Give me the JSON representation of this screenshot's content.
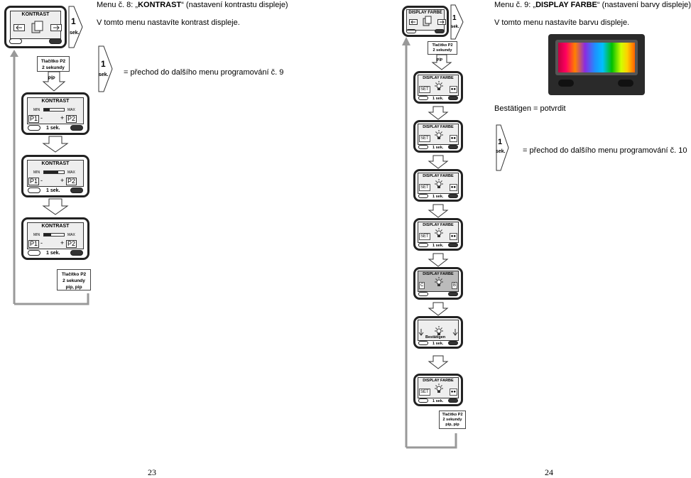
{
  "left": {
    "menu_title_prefix": "Menu č. 8: „",
    "menu_title_bold": "KONTRAST",
    "menu_title_suffix": "“ (nastavení kontrastu displeje)",
    "description": "V tomto menu nastavíte kontrast displeje.",
    "transition_text": "= přechod do dalšího menu programování č. 9",
    "top_device": {
      "title": "KONTRAST"
    },
    "sek_label": "1\nsek.",
    "button_label": "Tlačítko P2\n2 sekundy",
    "pip": "PÍP",
    "steps": [
      {
        "title": "KONTRAST",
        "min": "MIN",
        "max": "MAX",
        "p1": "P1",
        "p2": "P2",
        "minus": "-",
        "plus": "+",
        "sek": "1 sek.",
        "level": 0.3
      },
      {
        "title": "KONTRAST",
        "min": "MIN",
        "max": "MAX",
        "p1": "P1",
        "p2": "P2",
        "minus": "-",
        "plus": "+",
        "sek": "1 sek.",
        "level": 0.7
      },
      {
        "title": "KONTRAST",
        "min": "MIN",
        "max": "MAX",
        "p1": "P1",
        "p2": "P2",
        "minus": "-",
        "plus": "+",
        "sek": "1 sek.",
        "level": 0.35
      }
    ],
    "end_button_label": "Tlačítko P2\n2 sekundy\npip, pip",
    "page_number": "23"
  },
  "right": {
    "menu_title_prefix": "Menu č. 9: „",
    "menu_title_bold": "DISPLAY FARBE",
    "menu_title_suffix": "“ (nastavení barvy displeje)",
    "description": "V tomto menu nastavíte barvu displeje.",
    "confirm_text": "Bestätigen = potvrdit",
    "transition_text": "= přechod do dalšího menu programování č. 10",
    "top_device": {
      "title": "DISPLAY FARBE"
    },
    "button_label": "Tlačítko P2\n2 sekundy",
    "pip": "PÍP",
    "steps": [
      {
        "title": "DISPLAY FARBE",
        "set": "SET",
        "sek": "1 sek."
      },
      {
        "title": "DISPLAY FARBE",
        "set": "SET",
        "sek": "1 sek."
      },
      {
        "title": "DISPLAY FARBE",
        "set": "SET",
        "sek": "1 sek."
      },
      {
        "title": "DISPLAY FARBE",
        "set": "SET",
        "sek": "1 sek."
      },
      {
        "title": "DISPLAY FARBE",
        "set": "C",
        "sek": "",
        "right": "B"
      },
      {
        "title": "",
        "set": "",
        "sek": "1 sek.",
        "confirm": "Bestätigen"
      },
      {
        "title": "DISPLAY FARBE",
        "set": "SET",
        "sek": "1 sek."
      }
    ],
    "end_button_label": "Tlačítko P2\n2 sekundy\npip, pip",
    "page_number": "24"
  }
}
